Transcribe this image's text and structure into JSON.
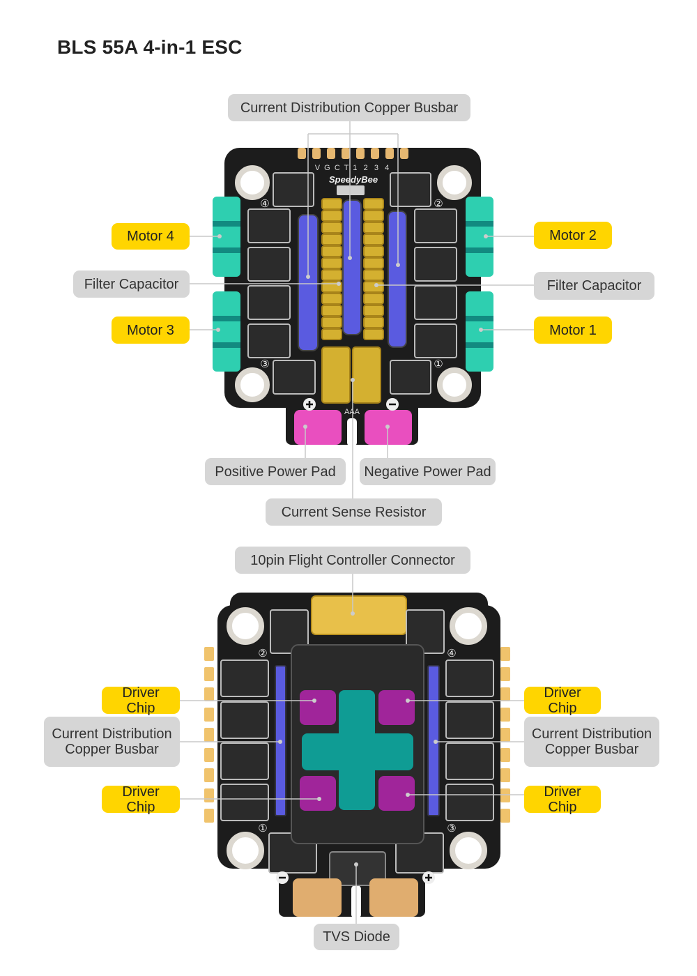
{
  "title": "BLS 55A 4-in-1 ESC",
  "top_board": {
    "silkscreen_pins": "V  G  C  T  1   2   3   4",
    "brand": "SpeedyBee",
    "resistor_marking": "AAA",
    "motor_numbers": [
      "④",
      "②",
      "③",
      "①"
    ],
    "labels": {
      "busbar": "Current Distribution Copper Busbar",
      "motor4": "Motor 4",
      "filter_left": "Filter Capacitor",
      "motor3": "Motor 3",
      "motor2": "Motor 2",
      "filter_right": "Filter Capacitor",
      "motor1": "Motor 1",
      "positive_pad": "Positive Power Pad",
      "negative_pad": "Negative Power Pad",
      "sense_resistor": "Current Sense Resistor"
    }
  },
  "bottom_board": {
    "motor_numbers": [
      "②",
      "④",
      "①",
      "③"
    ],
    "labels": {
      "fc_connector": "10pin Flight Controller Connector",
      "driver_l1": "Driver Chip",
      "busbar_left": "Current Distribution Copper Busbar",
      "driver_l2": "Driver Chip",
      "driver_r1": "Driver Chip",
      "busbar_right": "Current Distribution Copper Busbar",
      "driver_r2": "Driver Chip",
      "tvs": "TVS Diode"
    }
  },
  "colors": {
    "label_gray": "#d6d6d6",
    "label_yellow": "#ffd500",
    "pcb": "#1c1c1c",
    "busbar_blue": "#5a5be0",
    "capacitor_gold": "#d4b030",
    "motor_pad_teal": "#2ecfb0",
    "power_pad_pink": "#e94fbf",
    "driver_purple": "#a0259a",
    "mcu_teal": "#0f9c94"
  }
}
